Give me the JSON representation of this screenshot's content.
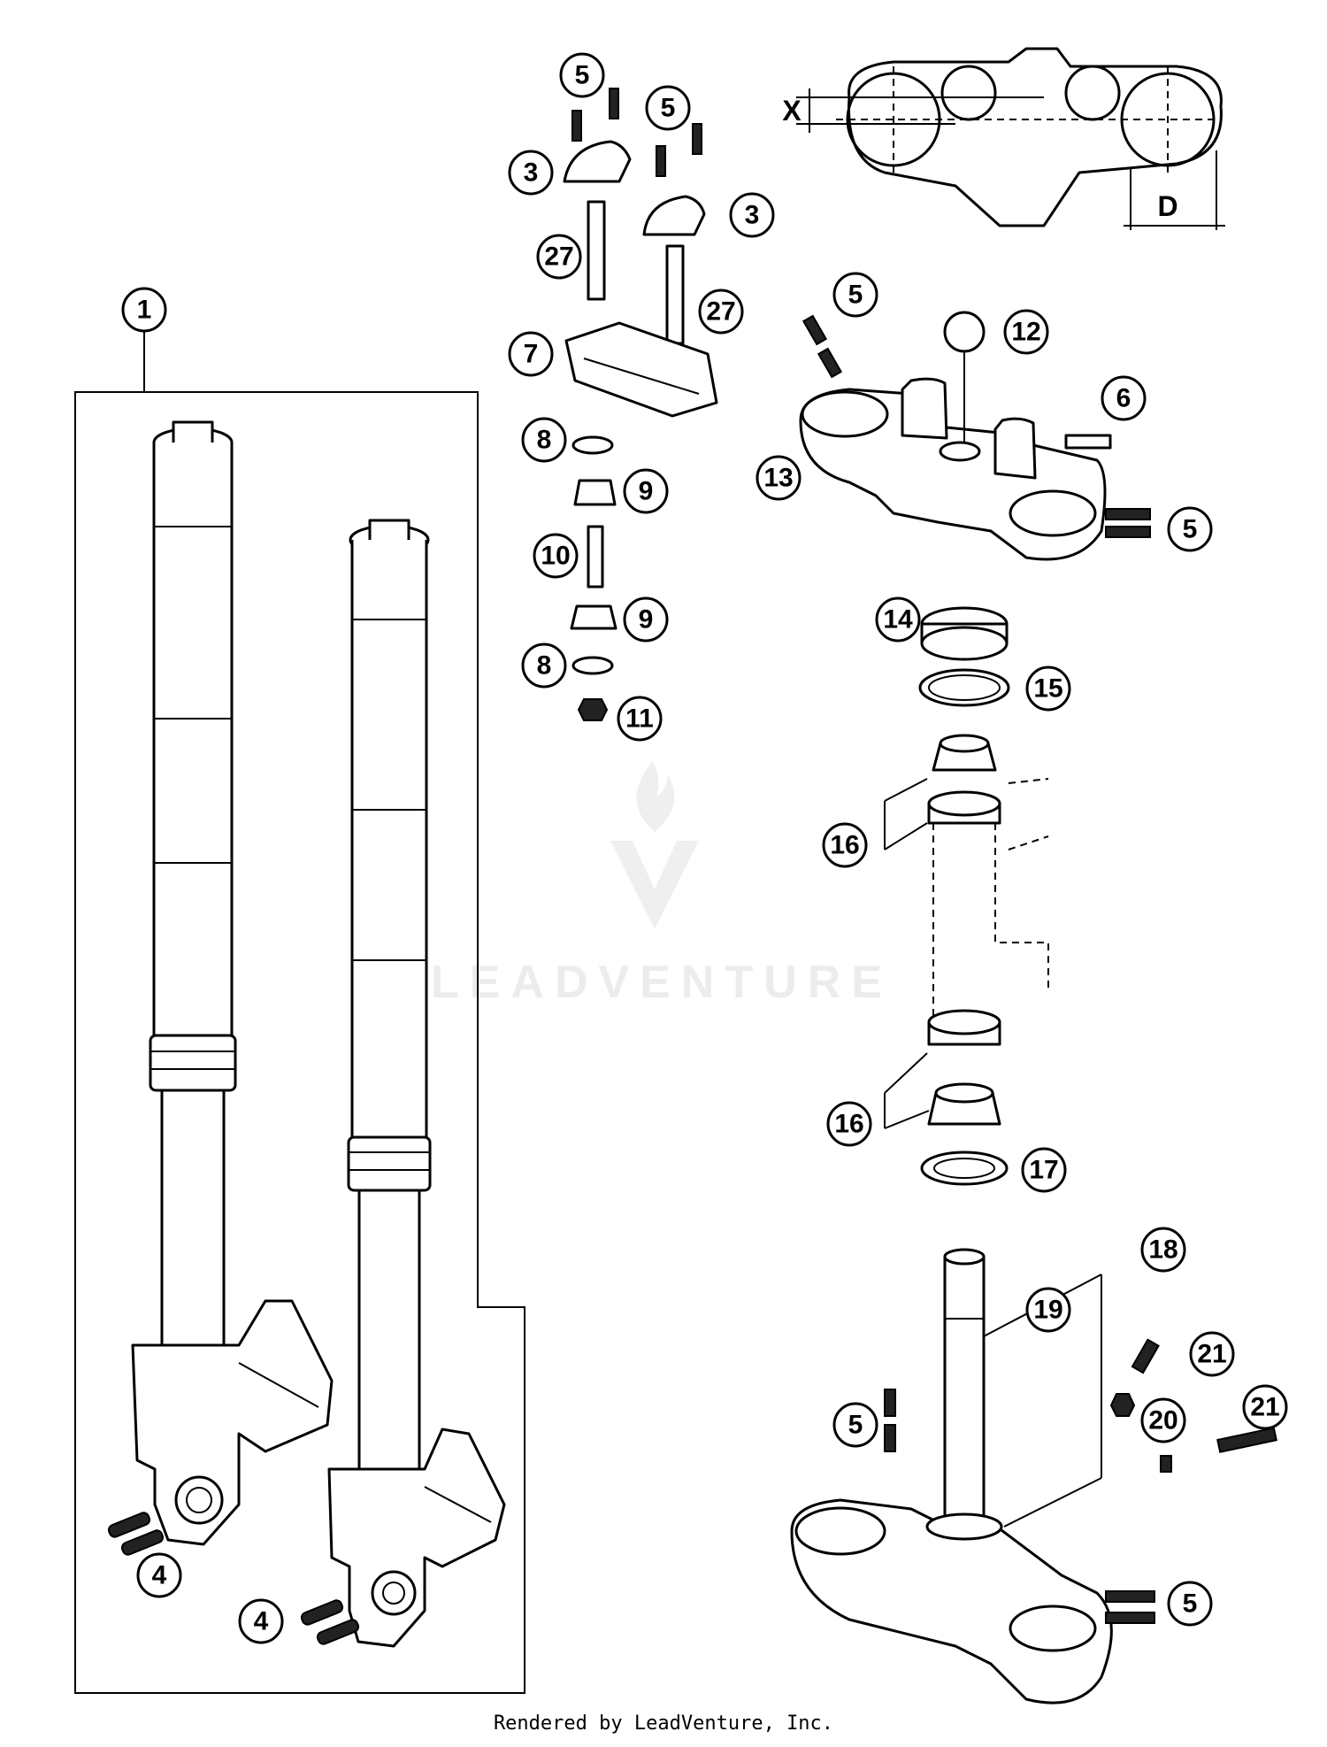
{
  "callouts": [
    {
      "id": "c1",
      "label": "1"
    },
    {
      "id": "c5a",
      "label": "5"
    },
    {
      "id": "c5b",
      "label": "5"
    },
    {
      "id": "c3a",
      "label": "3"
    },
    {
      "id": "c3b",
      "label": "3"
    },
    {
      "id": "c27a",
      "label": "27"
    },
    {
      "id": "c27b",
      "label": "27"
    },
    {
      "id": "c7",
      "label": "7"
    },
    {
      "id": "c8a",
      "label": "8"
    },
    {
      "id": "c9a",
      "label": "9"
    },
    {
      "id": "c10",
      "label": "10"
    },
    {
      "id": "c9b",
      "label": "9"
    },
    {
      "id": "c8b",
      "label": "8"
    },
    {
      "id": "c11",
      "label": "11"
    },
    {
      "id": "c5c",
      "label": "5"
    },
    {
      "id": "c12",
      "label": "12"
    },
    {
      "id": "c6",
      "label": "6"
    },
    {
      "id": "c13",
      "label": "13"
    },
    {
      "id": "c5d",
      "label": "5"
    },
    {
      "id": "c14",
      "label": "14"
    },
    {
      "id": "c15",
      "label": "15"
    },
    {
      "id": "c16a",
      "label": "16"
    },
    {
      "id": "c16b",
      "label": "16"
    },
    {
      "id": "c17",
      "label": "17"
    },
    {
      "id": "c18",
      "label": "18"
    },
    {
      "id": "c19",
      "label": "19"
    },
    {
      "id": "c21a",
      "label": "21"
    },
    {
      "id": "c20",
      "label": "20"
    },
    {
      "id": "c21b",
      "label": "21"
    },
    {
      "id": "c5e",
      "label": "5"
    },
    {
      "id": "c5f",
      "label": "5"
    },
    {
      "id": "c4a",
      "label": "4"
    },
    {
      "id": "c4b",
      "label": "4"
    }
  ],
  "dimensions": {
    "x_label": "X",
    "d_label": "D"
  },
  "watermark": "LEADVENTURE",
  "footer": "Rendered by LeadVenture, Inc."
}
